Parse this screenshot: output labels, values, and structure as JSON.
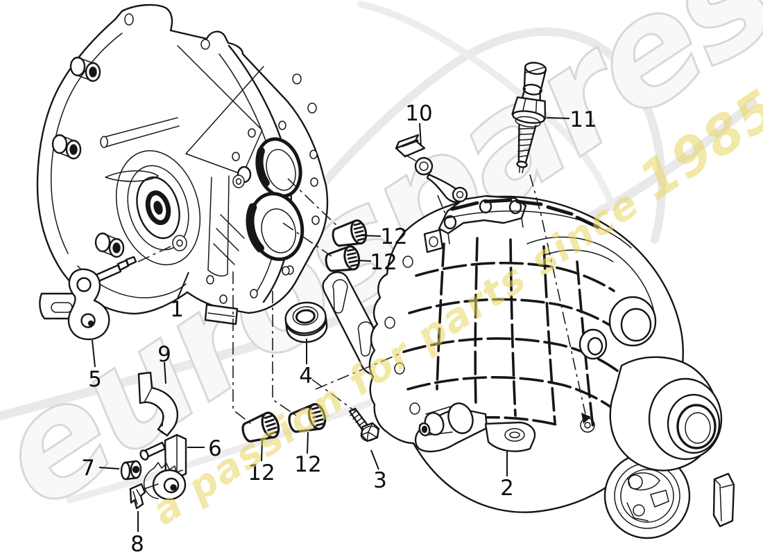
{
  "watermark": {
    "brand": "eurospares",
    "tagline": "a passion for parts since ",
    "year": "1985",
    "brand_fill": "#f8f8f8",
    "brand_outline": "#d8d8d8",
    "swoosh_color": "#e8e8e8",
    "accent_yellow": "#e7d65e"
  },
  "callouts": [
    {
      "part": "1"
    },
    {
      "part": "2"
    },
    {
      "part": "3"
    },
    {
      "part": "4"
    },
    {
      "part": "5"
    },
    {
      "part": "6"
    },
    {
      "part": "7"
    },
    {
      "part": "8"
    },
    {
      "part": "9"
    },
    {
      "part": "10"
    },
    {
      "part": "11"
    },
    {
      "part": "12"
    },
    {
      "part": "12"
    },
    {
      "part": "12"
    },
    {
      "part": "12"
    }
  ]
}
